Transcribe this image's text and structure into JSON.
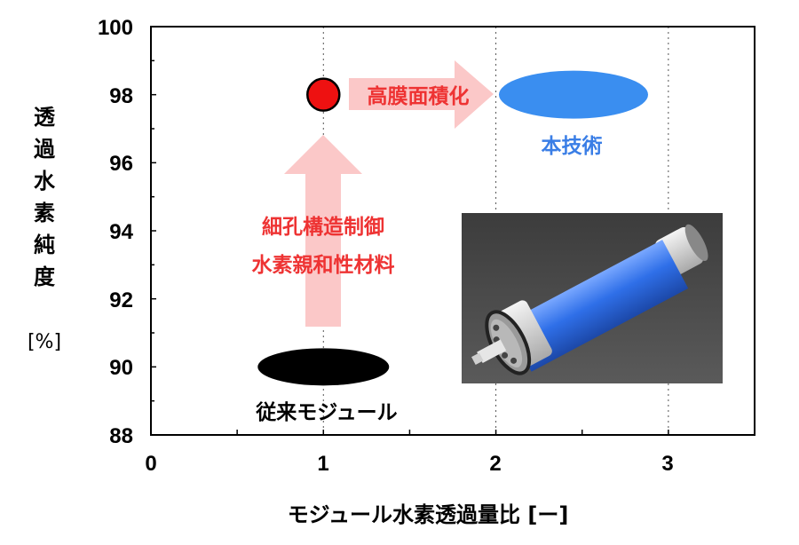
{
  "chart_data": {
    "type": "scatter",
    "xlabel": "モジュール水素透過量比 [ー]",
    "ylabel": "透過水素純度",
    "yunit": "[%]",
    "xlim": [
      0,
      3.5
    ],
    "ylim": [
      88,
      100
    ],
    "xticks": [
      "0",
      "1",
      "2",
      "3"
    ],
    "yticks": [
      "88",
      "90",
      "92",
      "94",
      "96",
      "98",
      "100"
    ],
    "grid": "vertical-dashed",
    "points": [
      {
        "label": "従来モジュール",
        "x": 1.0,
        "y": 90,
        "shape": "ellipse",
        "color": "#000000"
      },
      {
        "label": "",
        "x": 1.0,
        "y": 98,
        "shape": "circle",
        "color": "#ee1111"
      },
      {
        "label": "本技術",
        "x": 2.45,
        "y": 98,
        "shape": "ellipse",
        "color": "#3a8ef0"
      }
    ],
    "annotations": [
      {
        "text": "高膜面積化",
        "color": "#ee3333",
        "arrow": "right"
      },
      {
        "text": "細孔構造制御",
        "color": "#ee3333",
        "arrow": "up"
      },
      {
        "text": "水素親和性材料",
        "color": "#ee3333",
        "arrow": "up"
      }
    ],
    "colors": {
      "arrow_fill": "#fbc8c8",
      "black": "#000000",
      "red": "#ee1111",
      "blue": "#3a8ef0",
      "annotation_red": "#ee3333",
      "annotation_blue": "#3a7ee6"
    }
  },
  "image": {
    "subject": "membrane-module-photo-icon"
  }
}
